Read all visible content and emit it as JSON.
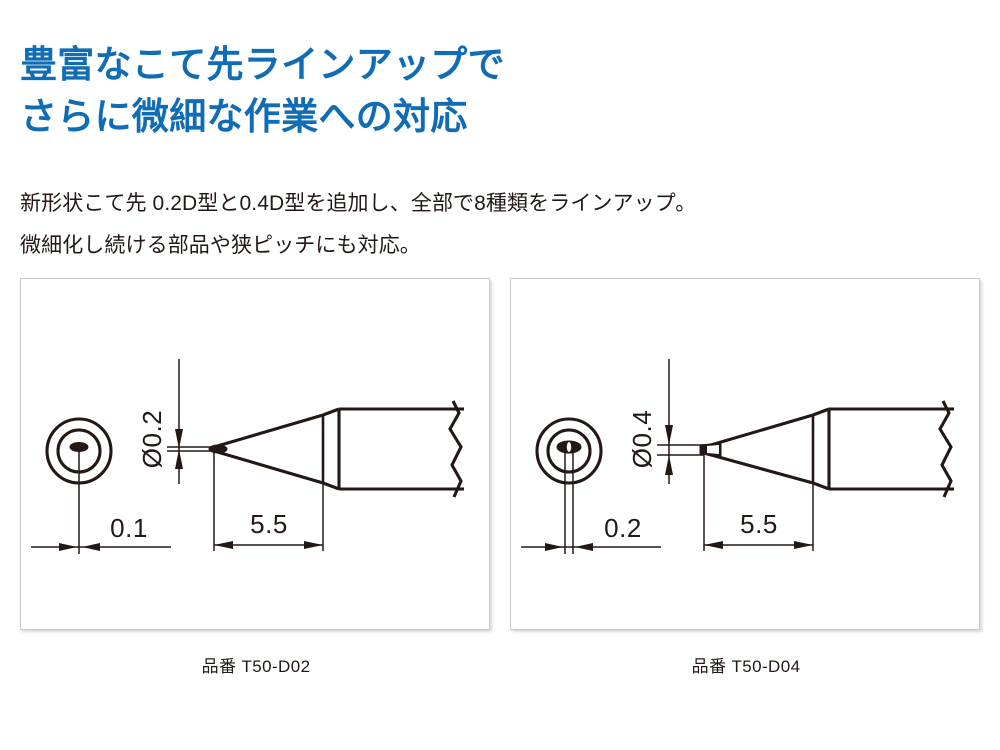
{
  "headline": {
    "line1": "豊富なこて先ラインアップで",
    "line2": "さらに微細な作業への対応",
    "color": "#0f6cb5"
  },
  "lede": {
    "line1": "新形状こて先 0.2D型と0.4D型を追加し、全部で8種類をラインアップ。",
    "line2": "微細化し続ける部品や狭ピッチにも対応。",
    "color": "#231815"
  },
  "panels": [
    {
      "caption": "品番 T50-D02",
      "drawing": {
        "tip_diameter_label": "Ø0.2",
        "tip_face_label": "0.1",
        "length_label": "5.5",
        "stroke_color": "#231815"
      }
    },
    {
      "caption": "品番 T50-D04",
      "drawing": {
        "tip_diameter_label": "Ø0.4",
        "tip_face_label": "0.2",
        "length_label": "5.5",
        "stroke_color": "#231815"
      }
    }
  ]
}
